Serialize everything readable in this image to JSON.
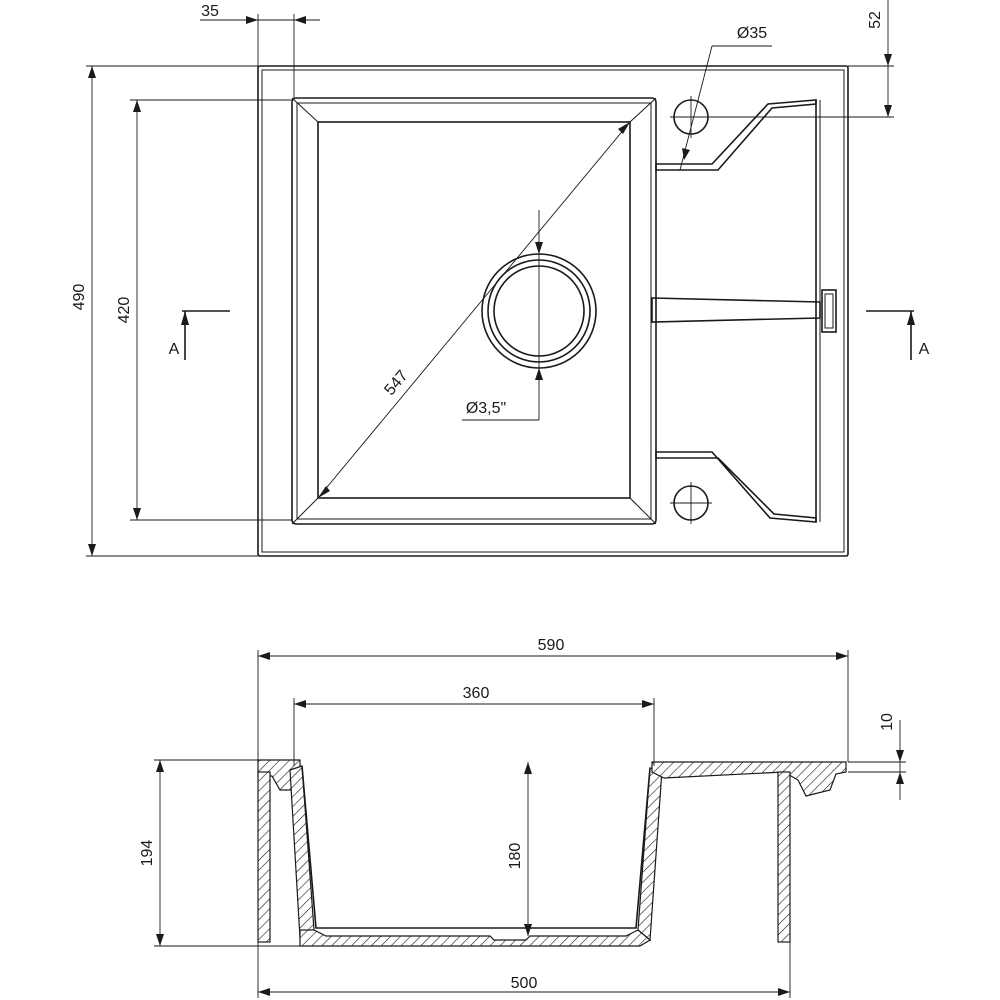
{
  "top_view": {
    "dim_flange_width": "35",
    "dim_tap_hole_diameter": "Ø35",
    "dim_tap_hole_offset": "52",
    "dim_total_depth": "490",
    "dim_bowl_depth": "420",
    "dim_diagonal": "547",
    "dim_drain_diameter": "Ø3,5\"",
    "section_marker_left": "A",
    "section_marker_right": "A"
  },
  "section_view": {
    "dim_total_width": "590",
    "dim_bowl_width": "360",
    "dim_rim_thickness": "10",
    "dim_total_height": "194",
    "dim_bowl_height": "180",
    "dim_cabinet_width": "500"
  }
}
